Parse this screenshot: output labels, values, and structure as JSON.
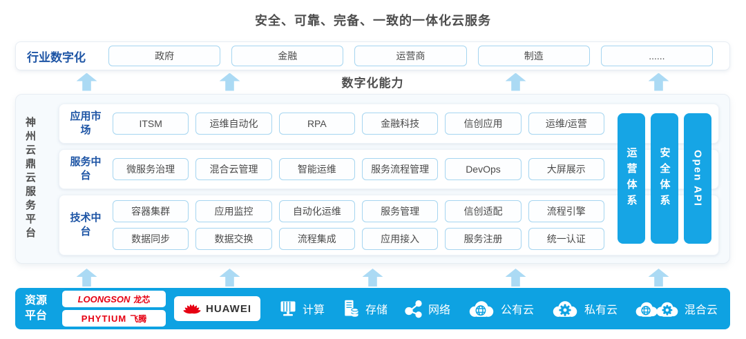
{
  "title": "安全、可靠、完备、一致的一体化云服务",
  "industry_band": {
    "label": "行业数字化",
    "items": [
      "政府",
      "金融",
      "运营商",
      "制造",
      "......"
    ]
  },
  "capability_label": "数字化能力",
  "platform": {
    "side_label": "神州云鼎云服务平台",
    "rows": [
      {
        "label": "应用市场",
        "items": [
          "ITSM",
          "运维自动化",
          "RPA",
          "金融科技",
          "信创应用",
          "运维/运营"
        ]
      },
      {
        "label": "服务中台",
        "items": [
          "微服务治理",
          "混合云管理",
          "智能运维",
          "服务流程管理",
          "DevOps",
          "大屏展示"
        ]
      },
      {
        "label": "技术中台",
        "lines": [
          [
            "容器集群",
            "应用监控",
            "自动化运维",
            "服务管理",
            "信创适配",
            "流程引擎"
          ],
          [
            "数据同步",
            "数据交换",
            "流程集成",
            "应用接入",
            "服务注册",
            "统一认证"
          ]
        ]
      }
    ],
    "pillars": [
      "运营体系",
      "安全体系",
      "Open API"
    ]
  },
  "resources": {
    "label": "资源平台",
    "logos": {
      "loongson": {
        "latin": "LOONGSON",
        "cjk": "龙芯"
      },
      "phytium": {
        "latin": "PHYTIUM",
        "cjk": "飞腾"
      },
      "huawei": {
        "text": "HUAWEI"
      }
    },
    "items": [
      {
        "icon": "compute-icon",
        "label": "计算"
      },
      {
        "icon": "storage-icon",
        "label": "存储"
      },
      {
        "icon": "network-icon",
        "label": "网络"
      },
      {
        "icon": "public-cloud-icon",
        "label": "公有云"
      },
      {
        "icon": "private-cloud-icon",
        "label": "私有云"
      },
      {
        "icon": "hybrid-cloud-icon",
        "label": "混合云"
      }
    ]
  },
  "colors": {
    "deep_blue_text": "#1e55a5",
    "bar_blue": "#0ea2e2",
    "pillar_blue": "#16a5e5",
    "arrow_blue": "#abdaf4",
    "box_border_blue": "#a5d5f0",
    "logo_red": "#e60012",
    "title_gray": "#4d4d4d"
  }
}
